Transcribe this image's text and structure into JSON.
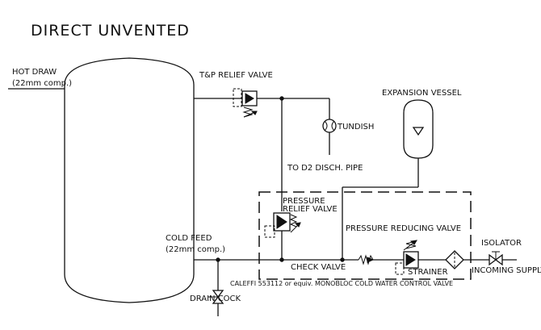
{
  "title": "DIRECT UNVENTED",
  "labels": {
    "hot_draw": "HOT DRAW",
    "hot_draw_size": "(22mm comp.)",
    "tp_relief_valve": "T&P RELIEF VALVE",
    "tundish": "TUNDISH",
    "expansion_vessel": "EXPANSION VESSEL",
    "discharge_pipe": "TO D2 DISCH. PIPE",
    "pressure_relief_1": "PRESSURE",
    "pressure_relief_2": "RELIEF VALVE",
    "pressure_reducing_valve": "PRESSURE REDUCING VALVE",
    "cold_feed": "COLD FEED",
    "cold_feed_size": "(22mm comp.)",
    "check_valve": "CHECK VALVE",
    "strainer": "STRAINER",
    "isolator": "ISOLATOR",
    "incoming_supply": "INCOMING SUPPLY",
    "control_valve_note": "CALEFFI 553112 or equiv. MONOBLOC COLD WATER CONTROL VALVE",
    "drain_cock": "DRAIN COCK"
  },
  "colors": {
    "line": "#111111",
    "background": "#ffffff"
  }
}
